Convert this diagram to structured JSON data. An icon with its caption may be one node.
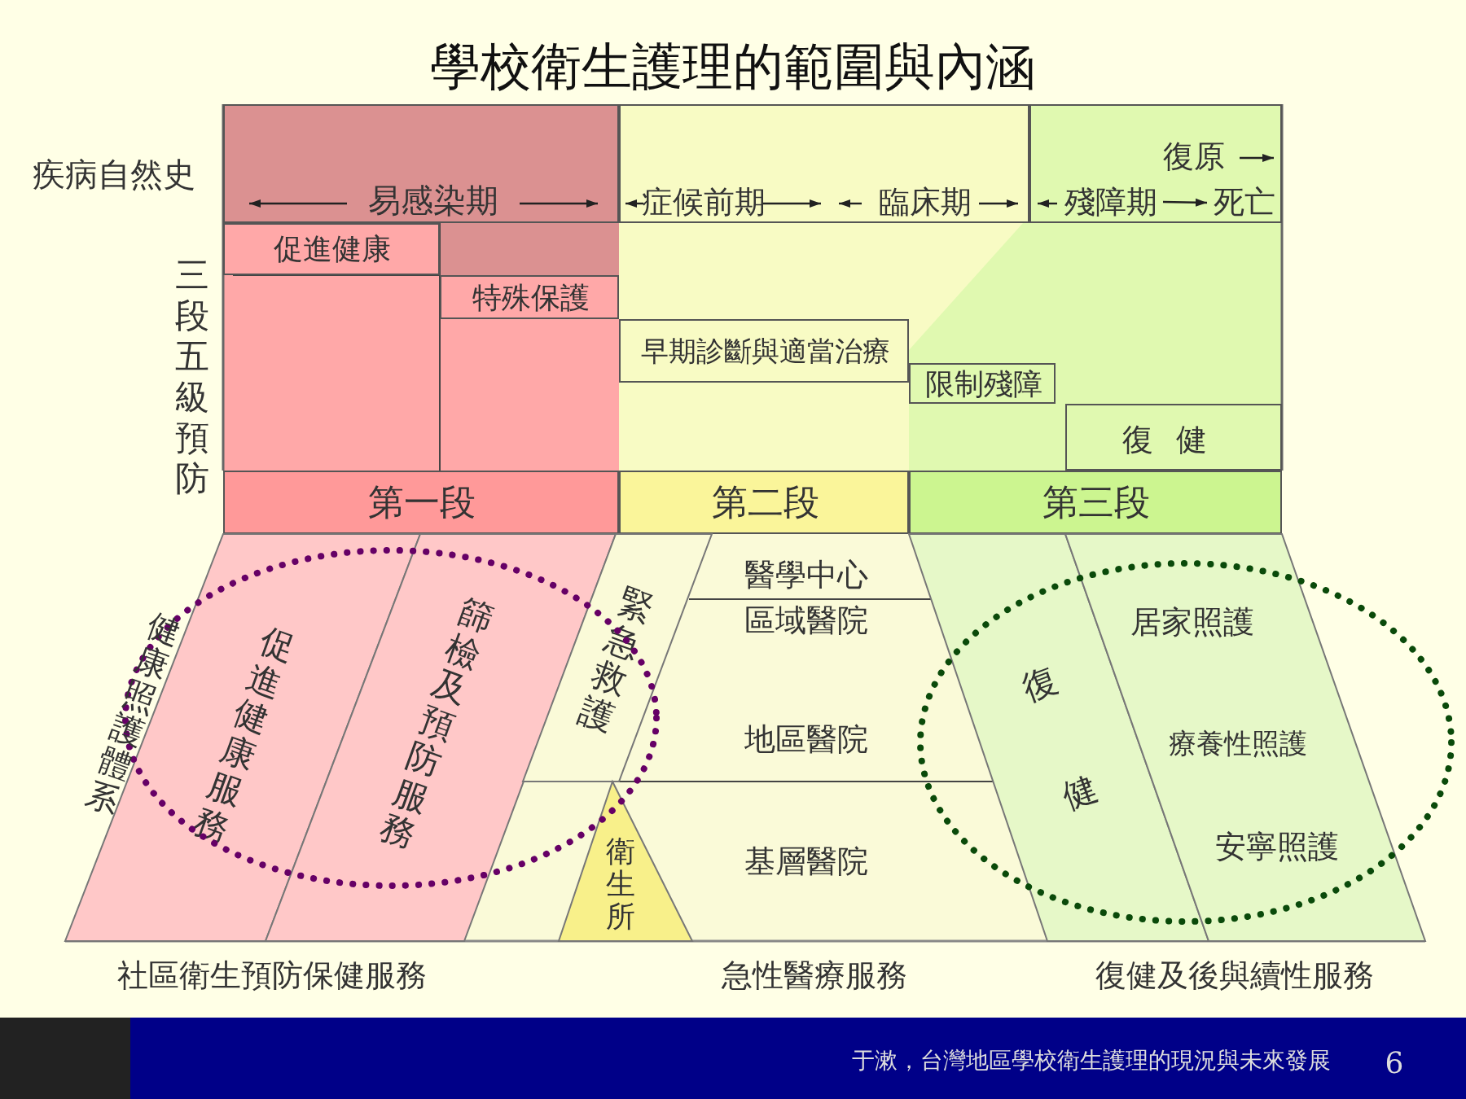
{
  "diagram": {
    "title": "學校衛生護理的範圍與內涵",
    "nodes": [
      {
        "text": [
          "易感染期"
        ]
      },
      {
        "text": [
          "症候前期",
          "臨床期"
        ]
      },
      {
        "text": [],
        "shape": "box"
      },
      {
        "text": [
          "復原"
        ],
        "in": 2
      },
      {
        "text": [
          "殘障期"
        ],
        "in": 2
      },
      {
        "text": [
          "死亡"
        ],
        "in": 2
      },
      {
        "text": [
          "促進健康"
        ]
      },
      {
        "text": [
          "特殊保護"
        ]
      },
      {
        "text": [
          "早期診斷與適當治療"
        ]
      },
      {
        "text": [
          "限制殘障"
        ]
      },
      {
        "text": [
          "復健"
        ]
      },
      {
        "text": [
          "第一段"
        ]
      },
      {
        "text": [
          "第二段"
        ]
      },
      {
        "text": [
          "第三段"
        ]
      },
      {
        "text": [
          "促進健康服務"
        ]
      },
      {
        "text": [
          "篩檢及預防服務"
        ]
      },
      {
        "text": [
          "緊急救護"
        ]
      },
      {
        "text": [
          "醫學中心"
        ]
      },
      {
        "text": [
          "區域醫院"
        ]
      },
      {
        "text": [
          "地區醫院"
        ]
      },
      {
        "text": [
          "基層醫院"
        ]
      },
      {
        "text": [
          "衛生所"
        ]
      },
      {
        "text": [
          "復健"
        ]
      },
      {
        "text": [
          "居家照護",
          "療養性照護",
          "安寧照護"
        ]
      }
    ],
    "edges": [
      {
        "from": 4,
        "to": 5,
        "arrow": "to"
      }
    ],
    "labels": [
      "疾病自然史",
      "三段五級預防",
      "健康照護體系",
      "社區衛生預防保健服務",
      "急性醫療服務",
      "復健及後與續性服務",
      "于漱，台灣地區學校衛生護理的現況與未來發展",
      "6"
    ]
  }
}
